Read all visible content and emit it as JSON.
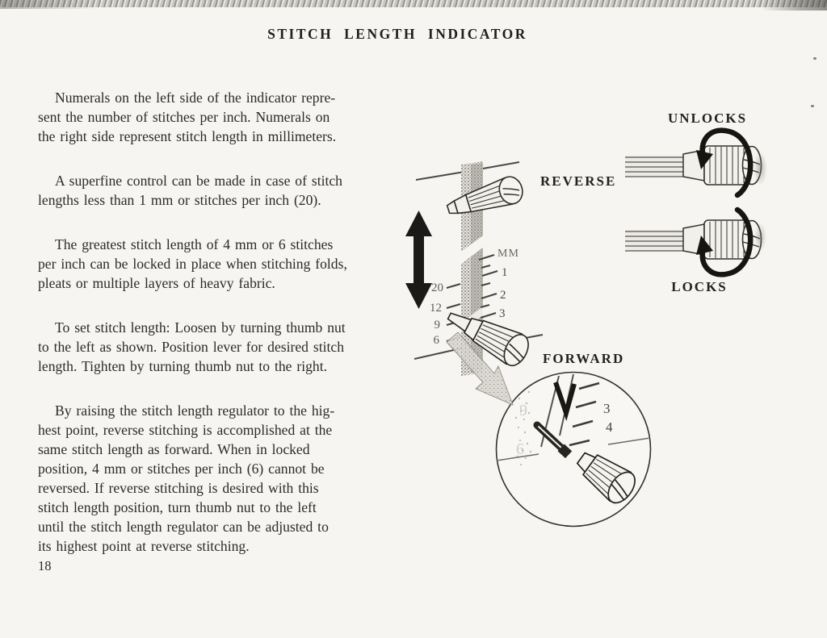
{
  "page": {
    "title": "STITCH LENGTH INDICATOR",
    "page_number": "18",
    "paragraphs": [
      "Numerals on the left side of the indicator repre-\nsent the number of stitches per inch. Numerals on\nthe right side represent stitch length in millimeters.",
      "A superfine control can be made in case of stitch\nlengths less than 1 mm or stitches per inch (20).",
      "The greatest stitch length of 4 mm or 6 stitches\nper inch can be locked in place when stitching folds,\npleats or multiple layers of heavy fabric.",
      "To set stitch length: Loosen by turning thumb nut\nto the left as shown. Position lever for desired stitch\nlength. Tighten by turning thumb nut to the right.",
      "By raising the stitch length regulator to the hig-\nhest point, reverse stitching is accomplished at the\nsame stitch length as forward. When in locked\nposition, 4 mm or stitches per inch (6) cannot be\nreversed. If reverse stitching is desired with this\nstitch length position, turn thumb nut to the left\nuntil the stitch length regulator can be adjusted to\nits highest point at reverse stitching."
    ]
  },
  "diagram": {
    "reverse_label": "REVERSE",
    "forward_label": "FORWARD",
    "mm_label": "MM",
    "scale_left": [
      "20",
      "12",
      "9",
      "6"
    ],
    "scale_right": [
      "1",
      "2",
      "3"
    ],
    "inset_right": [
      "3",
      "4"
    ],
    "inset_faint_left": [
      "9",
      "6"
    ]
  },
  "right_diagram": {
    "unlocks_label": "UNLOCKS",
    "locks_label": "LOCKS"
  },
  "colors": {
    "paper": "#f6f5f1",
    "ink": "#262522",
    "diagram_gray": "#8f8c86"
  }
}
